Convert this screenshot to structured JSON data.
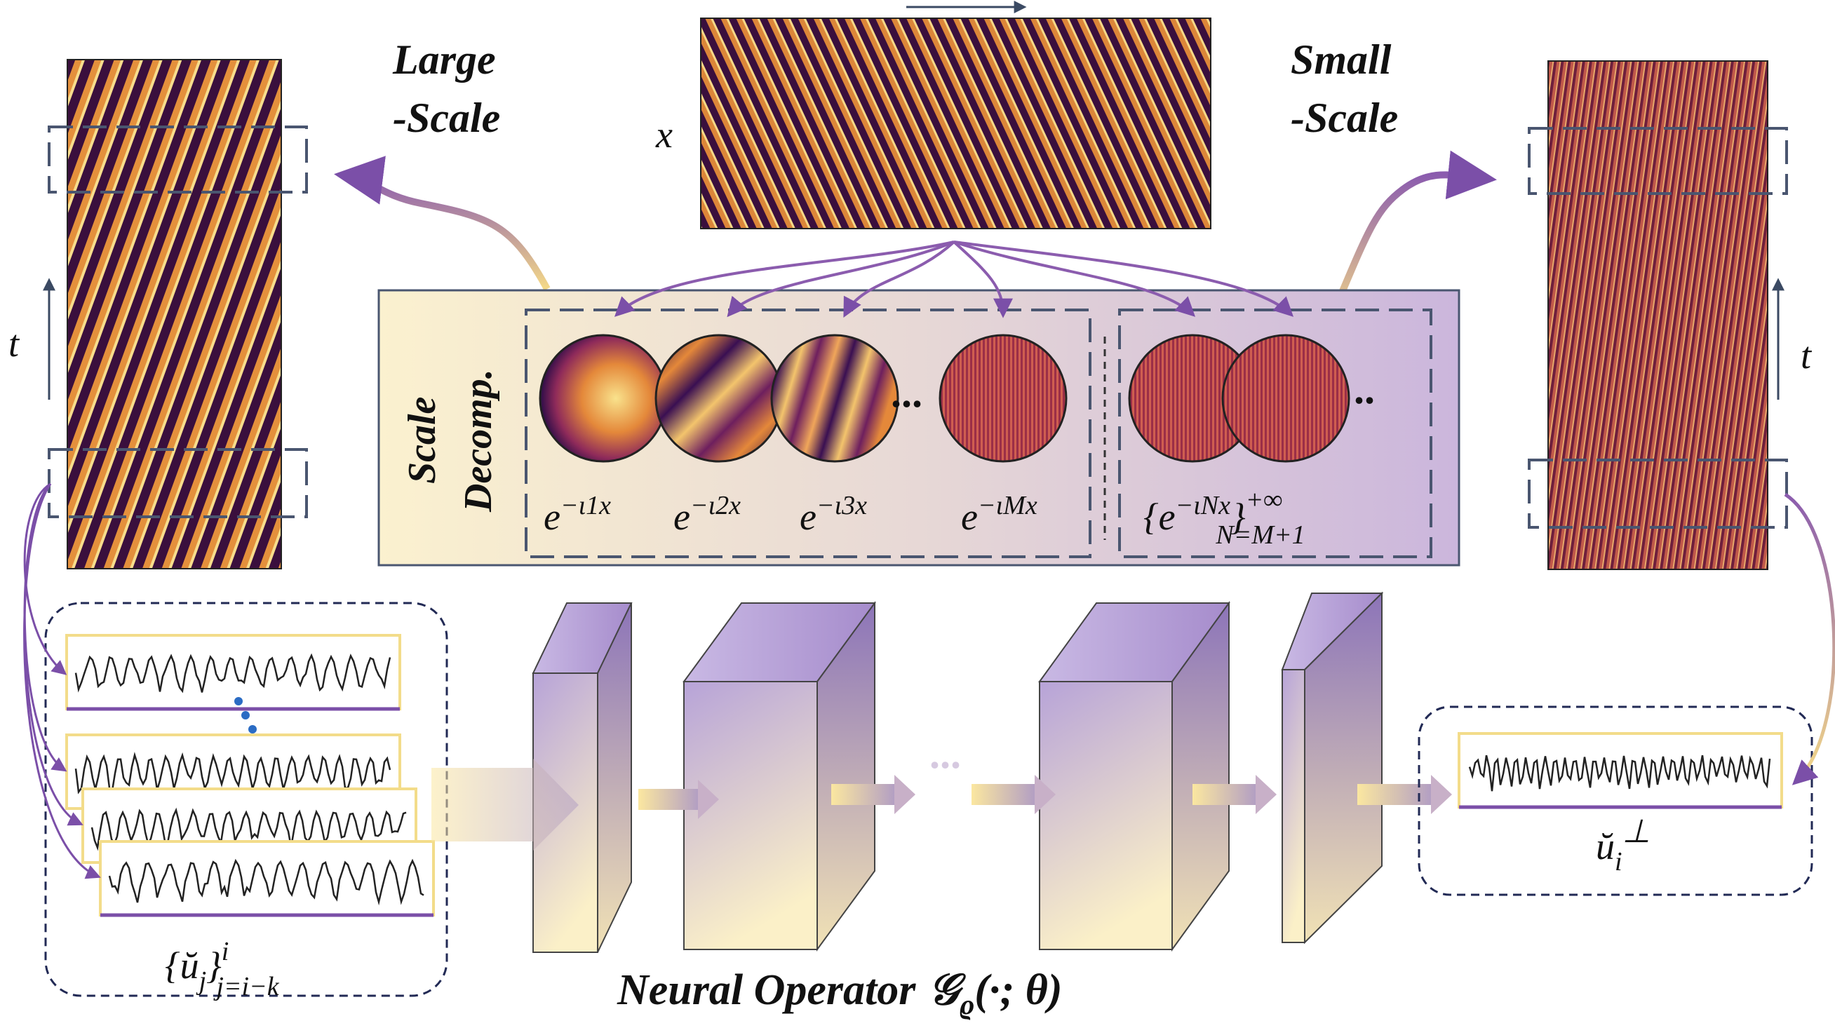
{
  "labels": {
    "large_scale_line1": "Large",
    "large_scale_line2": "-Scale",
    "small_scale_line1": "Small",
    "small_scale_line2": "-Scale",
    "x_axis": "x",
    "t_axis_left": "t",
    "t_axis_right": "t",
    "scale_decomp_line1": "Scale",
    "scale_decomp_line2": "Decomp.",
    "neural_operator": "Neural Operator",
    "operator_symbol": "𝒢",
    "operator_subscript": "ϱ",
    "operator_args": "(·; θ)",
    "ellipsis_modes": "...",
    "ellipsis_high": "..",
    "ellipsis_layers": "..."
  },
  "modes": [
    {
      "base": "e",
      "exp": "−ι1x"
    },
    {
      "base": "e",
      "exp": "−ι2x"
    },
    {
      "base": "e",
      "exp": "−ι3x"
    },
    {
      "base": "e",
      "exp": "−ιMx"
    }
  ],
  "high_modes": {
    "open": "{e",
    "exp": "−ιNx",
    "close": "}",
    "sup": "+∞",
    "sub": "N=M+1"
  },
  "inputs_label": {
    "base": "{ŭ",
    "sub": "j",
    "close": "}",
    "sup": "i",
    "range": "j=i−k"
  },
  "output_label": {
    "base": "ŭ",
    "sub": "i",
    "sup": "⊥"
  },
  "colors": {
    "purple": "#7b4fa8",
    "yellow": "#f3dc8a",
    "dark_blue": "#3b4a63",
    "field_dark": "#2a0a2e",
    "field_orange": "#e2893a",
    "field_yellow": "#f7d77a"
  }
}
